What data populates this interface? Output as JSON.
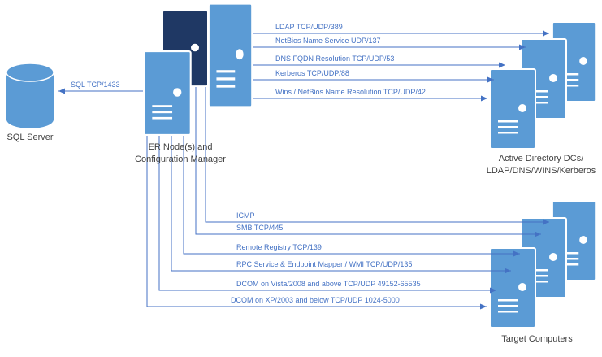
{
  "diagram": {
    "nodes": {
      "sql_server": {
        "label": "SQL Server"
      },
      "er_node": {
        "label_line1": "ER Node(s) and",
        "label_line2": "Configuration Manager"
      },
      "active_directory": {
        "label_line1": "Active Directory DCs/",
        "label_line2": "LDAP/DNS/WINS/Kerberos"
      },
      "target_computers": {
        "label": "Target Computers"
      }
    },
    "connections": {
      "sql": {
        "label": "SQL TCP/1433"
      },
      "ldap": {
        "label": "LDAP TCP/UDP/389"
      },
      "netbios_name_service": {
        "label": "NetBios Name Service UDP/137"
      },
      "dns": {
        "label": "DNS FQDN Resolution TCP/UDP/53"
      },
      "kerberos": {
        "label": "Kerberos TCP/UDP/88"
      },
      "wins": {
        "label": "Wins / NetBios Name Resolution TCP/UDP/42"
      },
      "icmp": {
        "label": "ICMP"
      },
      "smb": {
        "label": "SMB TCP/445"
      },
      "remote_registry": {
        "label": "Remote Registry TCP/139"
      },
      "rpc_wmi": {
        "label": "RPC Service & Endpoint Mapper / WMI TCP/UDP/135"
      },
      "dcom_vista": {
        "label": "DCOM on Vista/2008 and above TCP/UDP 49152-65535"
      },
      "dcom_xp": {
        "label": "DCOM on XP/2003 and below TCP/UDP 1024-5000"
      }
    },
    "colors": {
      "server_fill": "#5B9BD5",
      "server_dark_fill": "#1F3864",
      "connector": "#4472C4",
      "connector_label": "#4472C4",
      "node_label": "#3F3F3F",
      "background": "#FFFFFF"
    }
  }
}
